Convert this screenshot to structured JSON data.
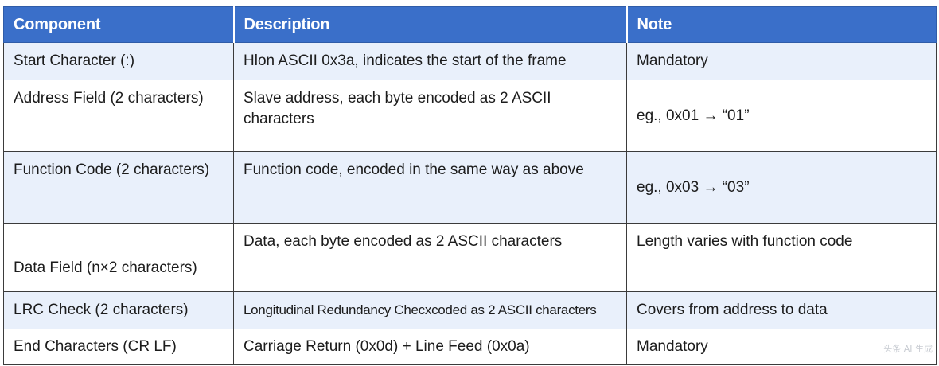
{
  "headers": [
    "Component",
    "Description",
    "Note"
  ],
  "rows": [
    [
      "Start Character (:)",
      "Hlon ASCII 0x3a, indicates the start of the frame",
      "Mandatory"
    ],
    [
      "Address Field (2 characters)",
      "Slave address, each byte encoded as 2 ASCII characters",
      "eg., 0x01 → “01”"
    ],
    [
      "Function Code (2 characters)",
      "Function code, encoded in the same way as above",
      "eg., 0x03 → “03”"
    ],
    [
      "Data Field (n×2 characters)",
      "Data, each byte encoded as 2 ASCII characters",
      "Length varies with function code"
    ],
    [
      "LRC Check (2 characters)",
      "Longitudinal Redundancy Checxcoded as 2 ASCII characters",
      "Covers from address to data"
    ],
    [
      "End Characters (CR LF)",
      "Carriage Return (0x0d) + Line Feed (0x0a)",
      "Mandatory"
    ]
  ],
  "watermark": "头条 AI 生成",
  "colors": {
    "header_bg": "#3a6fc9",
    "alt_row_bg": "#e9f0fb",
    "border": "#3b3b3b"
  }
}
